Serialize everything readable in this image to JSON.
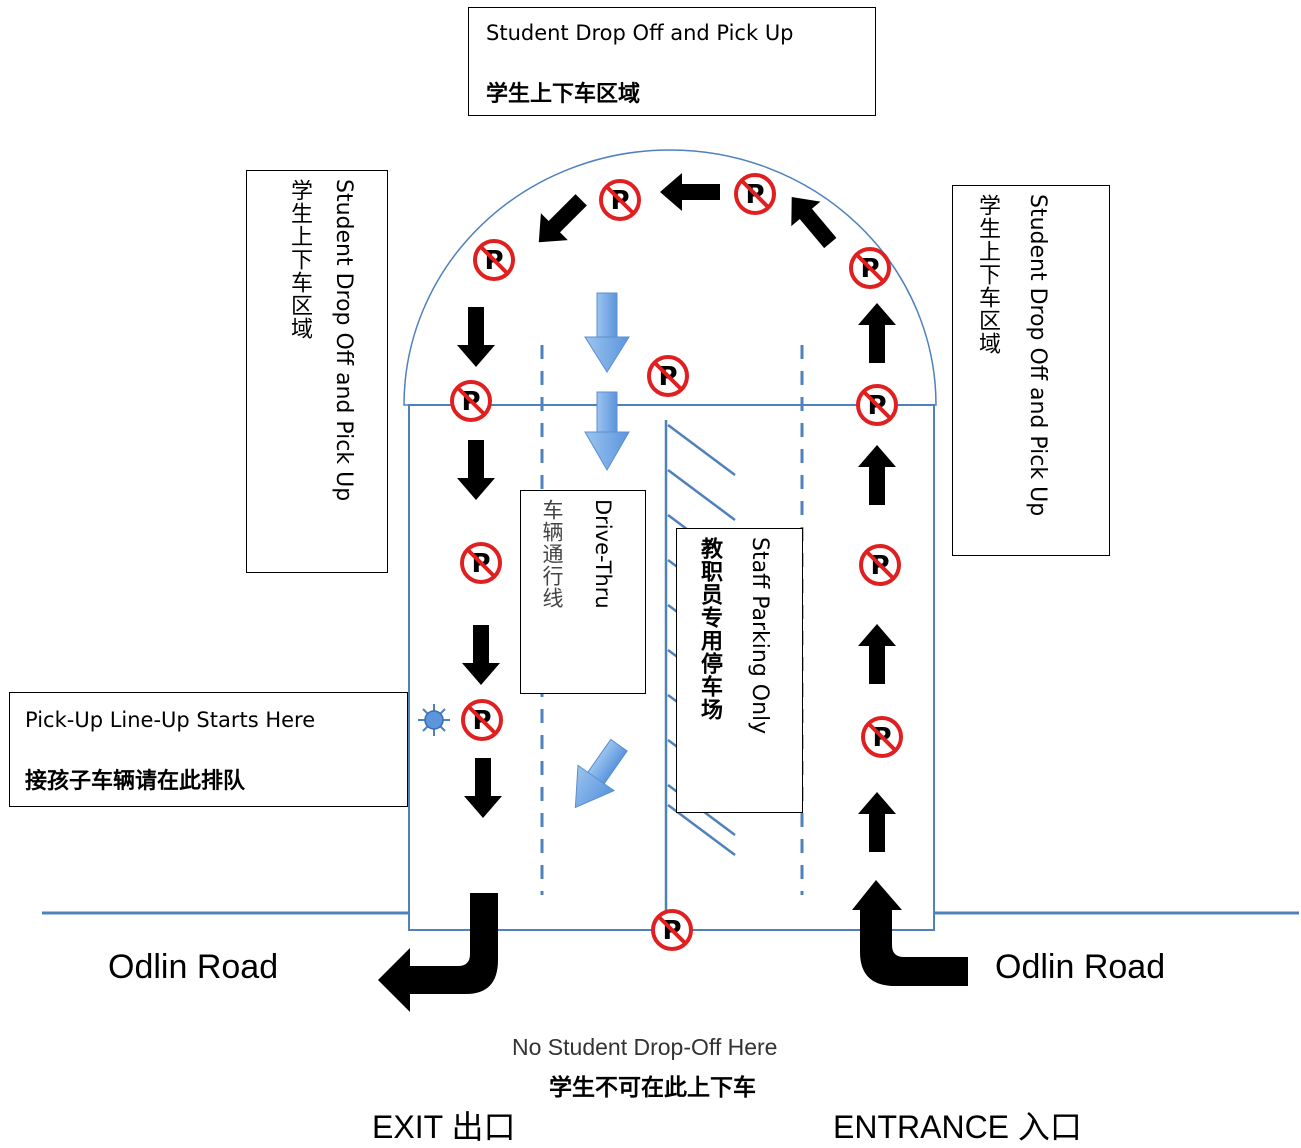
{
  "top_box": {
    "en": "Student Drop Off and Pick Up",
    "zh": "学生上下车区域"
  },
  "left_box": {
    "en": "Student Drop Off and Pick Up",
    "zh": "学生上下车区域"
  },
  "right_box": {
    "en": "Student Drop Off and Pick Up",
    "zh": "学生上下车区域"
  },
  "drive_thru": {
    "en": "Drive-Thru",
    "zh": "车辆通行线"
  },
  "staff_parking": {
    "en": "Staff Parking Only",
    "zh": "教职员专用停车场"
  },
  "pickup_line": {
    "en": "Pick-Up Line-Up Starts Here",
    "zh": "接孩子车辆请在此排队"
  },
  "road_left": "Odlin Road",
  "road_right": "Odlin Road",
  "no_dropoff": {
    "en": "No Student Drop-Off Here",
    "zh": "学生不可在此上下车"
  },
  "exit_label": "EXIT 出口",
  "entrance_label": "ENTRANCE 入口",
  "no_parking_letter": "P",
  "colors": {
    "outline": "#4f81bd",
    "arrow": "#000000",
    "no_parking": "#e02020",
    "light_arrow": "#7fb0e8"
  }
}
